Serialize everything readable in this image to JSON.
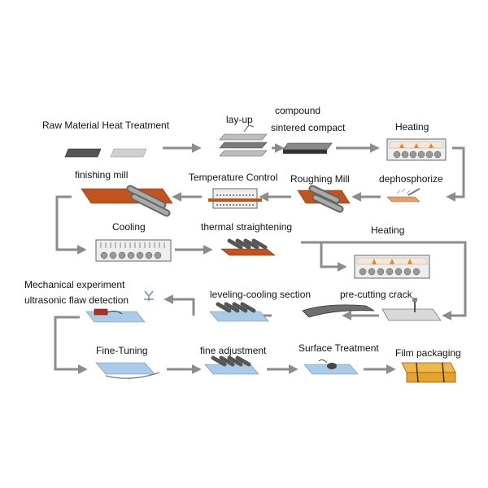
{
  "labels": {
    "raw_material_heat_treatment": "Raw Material Heat Treatment",
    "lay_up": "lay-up",
    "compound": "compound",
    "sintered_compact": "sintered compact",
    "heating_1": "Heating",
    "finishing_mill": "finishing mill",
    "temperature_control": "Temperature Control",
    "roughing_mill": "Roughing Mill",
    "dephosphorize": "dephosphorize",
    "cooling": "Cooling",
    "thermal_straightening": "thermal straightening",
    "heating_2": "Heating",
    "mechanical_experiment": "Mechanical experiment",
    "ultrasonic_flaw_detection": "ultrasonic flaw detection",
    "leveling_cooling_section": "leveling-cooling section",
    "pre_cutting_crack": "pre-cutting crack",
    "fine_tuning": "Fine-Tuning",
    "fine_adjustment": "fine adjustment",
    "surface_treatment": "Surface Treatment",
    "film_packaging": "Film packaging"
  },
  "colors": {
    "arrow": "#8c8c8c",
    "steel_dark": "#555555",
    "steel_light": "#c8c8c8",
    "hot_plate": "#c0531e",
    "blue_plate": "#a9cbe8",
    "package": "#e6a22a"
  }
}
